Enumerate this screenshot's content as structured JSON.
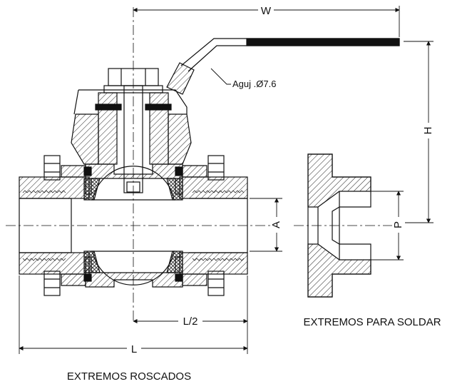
{
  "dimensions": {
    "W": "W",
    "H": "H",
    "A": "A",
    "P": "P",
    "L": "L",
    "L_half": "L/2"
  },
  "annotations": {
    "hole": "Aguj .Ø7.6"
  },
  "captions": {
    "threaded": "EXTREMOS ROSCADOS",
    "welded": "EXTREMOS PARA SOLDAR"
  }
}
